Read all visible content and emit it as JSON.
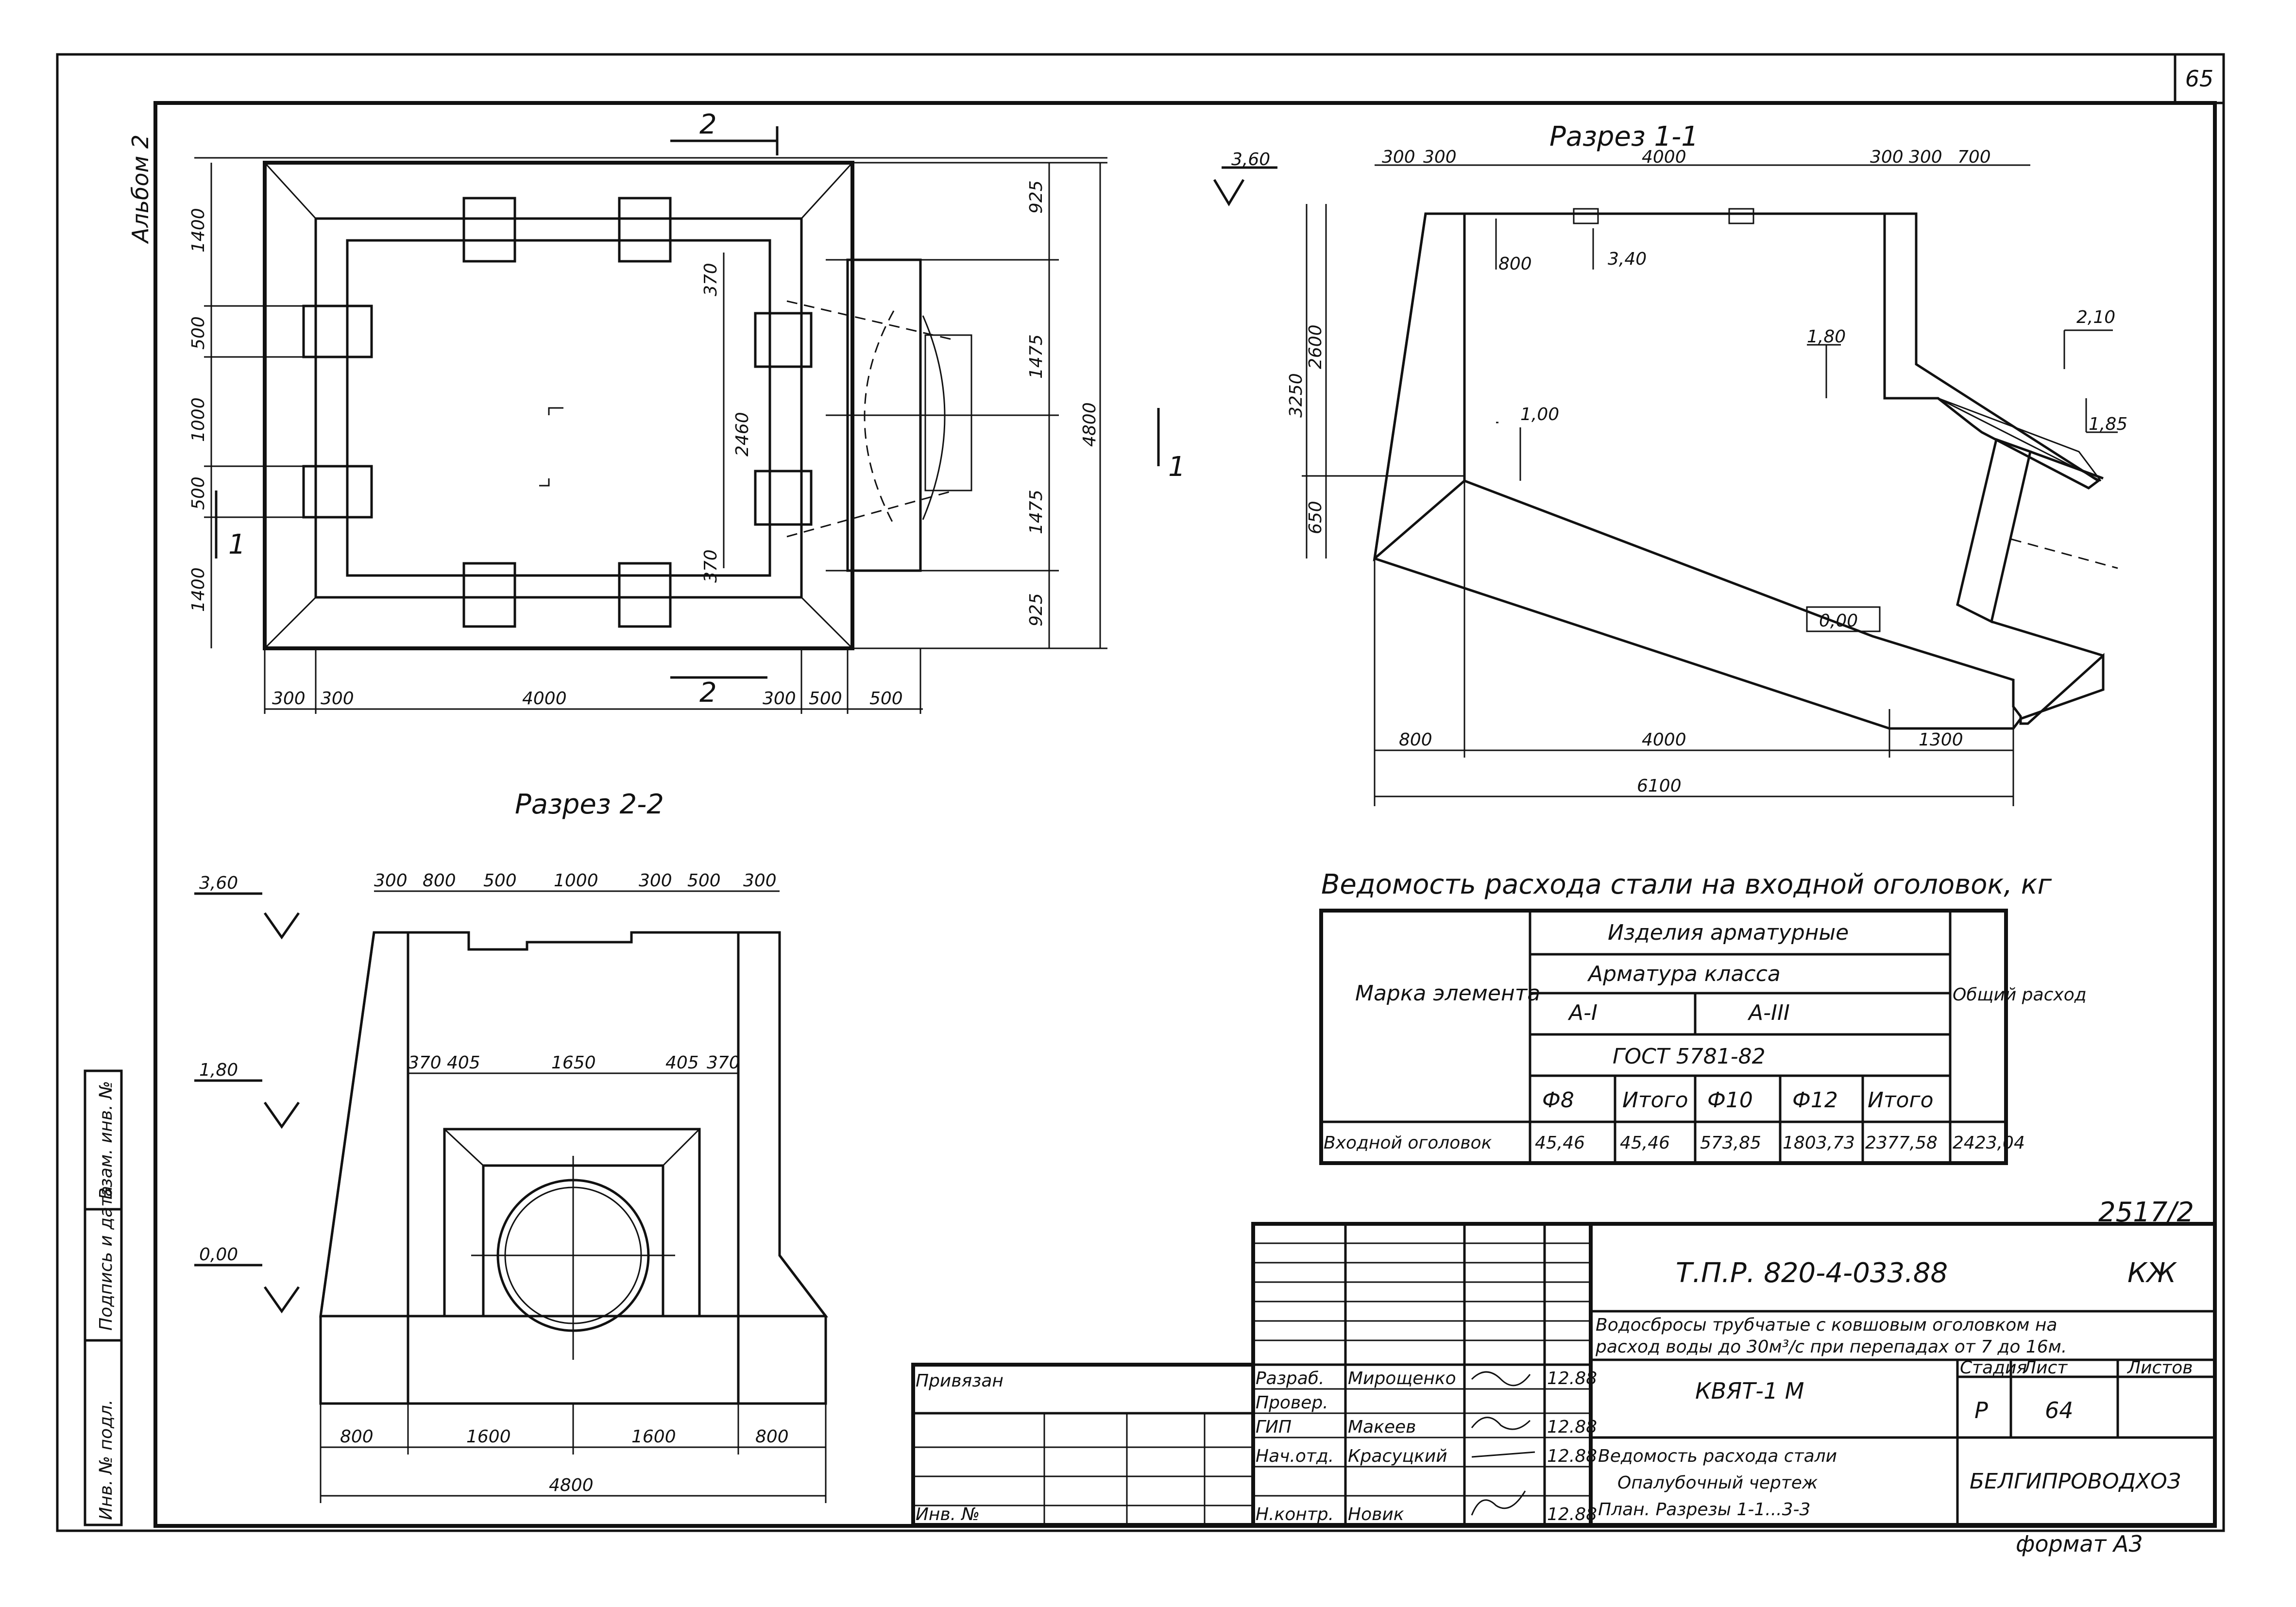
{
  "sheet": {
    "sheet_number": "65",
    "album": "Альбом 2",
    "format": "формат A3",
    "stamp": "2517/2"
  },
  "plan": {
    "section_marks": [
      "2",
      "2",
      "1",
      "1"
    ],
    "dims_top": [
      "300",
      "300",
      "4000",
      "300",
      "500",
      "500"
    ],
    "dims_left": [
      "1400",
      "500",
      "1000",
      "500",
      "1400"
    ],
    "dims_right": [
      "925",
      "1475",
      "2460",
      "1475",
      "925",
      "4800",
      "370",
      "370"
    ]
  },
  "section_1_1": {
    "title": "Разрез 1-1",
    "levels": [
      "3,60",
      "3,40",
      "1,80",
      "1,00",
      "2,10",
      "1,85",
      "0,00"
    ],
    "dims_top": [
      "300",
      "300",
      "4000",
      "300",
      "300",
      "700"
    ],
    "dims_left": [
      "3250",
      "2600",
      "650"
    ],
    "dims_inner": [
      "800"
    ],
    "dims_bottom": [
      "800",
      "4000",
      "1300",
      "6100"
    ]
  },
  "section_2_2": {
    "title": "Разрез 2-2",
    "levels": [
      "3,60",
      "1,80",
      "0,00"
    ],
    "dims_top": [
      "300",
      "800",
      "500",
      "1000",
      "300",
      "500",
      "300"
    ],
    "dims_mid": [
      "370",
      "405",
      "1650",
      "405",
      "370"
    ],
    "dims_bottom": [
      "800",
      "1600",
      "1600",
      "800",
      "4800"
    ]
  },
  "steel_table": {
    "title": "Ведомость расхода стали на входной оголовок, кг",
    "col_mark": "Марка элемента",
    "group": "Изделия арматурные",
    "rebar_class": "Арматура класса",
    "class_a1": "A-I",
    "class_a3": "A-III",
    "gost": "ГОСТ 5781-82",
    "total_col": "Общий расход",
    "sub_headers": [
      "Ф8",
      "Итого",
      "Ф10",
      "Ф12",
      "Итого"
    ],
    "row_label": "Входной оголовок",
    "row_values": [
      "45,46",
      "45,46",
      "573,85",
      "1803,73",
      "2377,58",
      "2423,04"
    ]
  },
  "title_block": {
    "code": "Т.П.Р. 820-4-033.88",
    "suffix": "КЖ",
    "description_1": "Водосбросы трубчатые с ковшовым оголовком на",
    "description_2": "расход воды до 30м³/с при перепадах от 7 до 16м.",
    "element": "КВЯТ-1 М",
    "sheet_title_1": "Ведомость расхода стали",
    "sheet_title_2": "Опалубочный чертеж",
    "sheet_title_3": "План. Разрезы 1-1...3-3",
    "organization": "БЕЛГИПРОВОДХОЗ",
    "stage_label": "Стадия",
    "sheet_label": "Лист",
    "sheets_label": "Листов",
    "stage_value": "Р",
    "sheet_value": "64",
    "bound_label": "Привязан",
    "inv_label": "Инв. №",
    "roles": [
      "Разраб.",
      "Провер.",
      "ГИП",
      "Нач.отд.",
      "Н.контр."
    ],
    "names": [
      "Мирощенко",
      "",
      "Макеев",
      "Красуцкий",
      "Новик"
    ],
    "dates": [
      "12.88",
      "",
      "12.88",
      "12.88",
      "12.88"
    ]
  },
  "side_stamp": {
    "cells": [
      "Инв. № подл.",
      "Подпись и дата",
      "Взам. инв. №"
    ]
  }
}
